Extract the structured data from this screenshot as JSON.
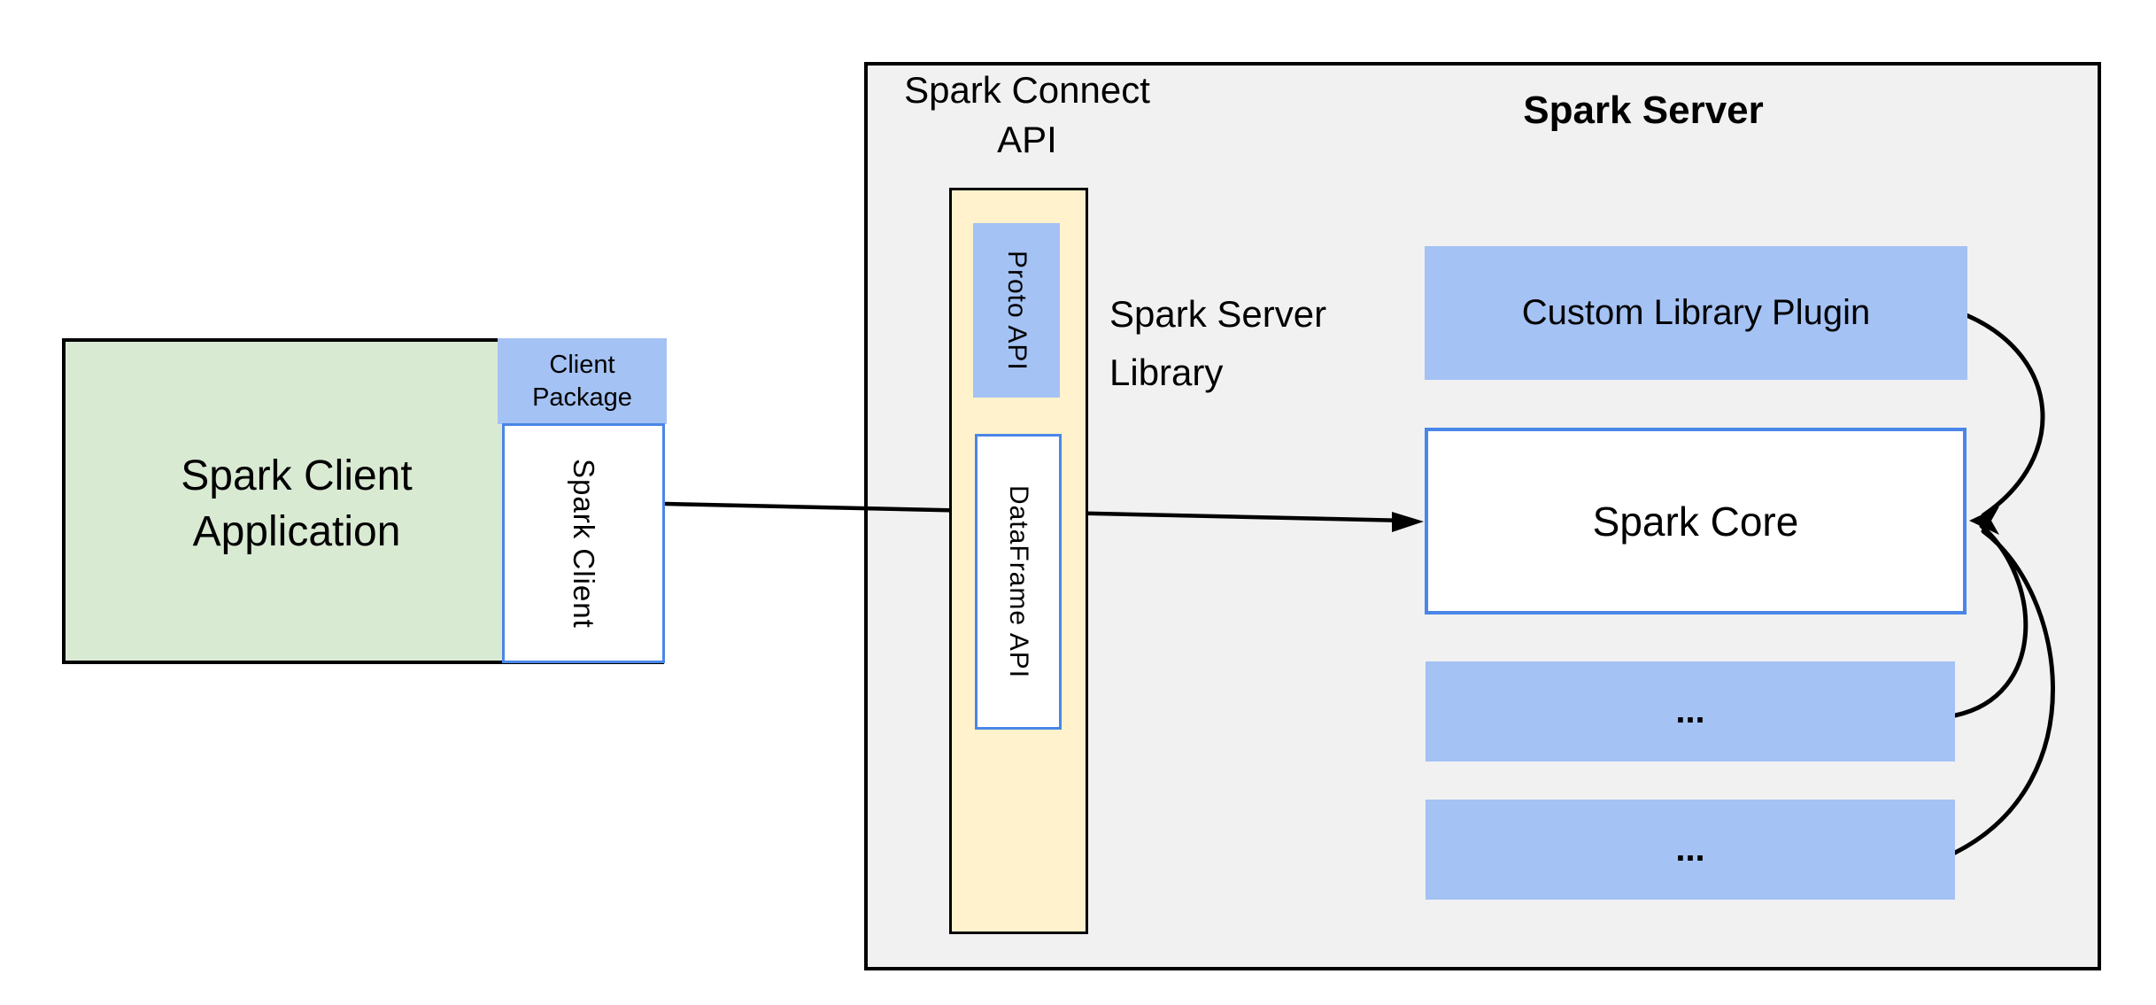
{
  "diagram": {
    "titles": {
      "spark_connect_api": {
        "line1": "Spark Connect",
        "line2": "API"
      },
      "spark_server": "Spark Server",
      "spark_server_library": {
        "line1": "Spark Server",
        "line2": "Library"
      }
    },
    "client": {
      "application": {
        "line1": "Spark Client",
        "line2": "Application"
      },
      "package": {
        "line1": "Client",
        "line2": "Package"
      },
      "spark_client": "Spark Client"
    },
    "connect_api": {
      "proto_api": "Proto API",
      "dataframe_api": "DataFrame API"
    },
    "server": {
      "custom_library_plugin": "Custom Library Plugin",
      "spark_core": "Spark Core",
      "extension_placeholder_1": "...",
      "extension_placeholder_2": "..."
    }
  },
  "colors": {
    "server_box_fill": "#f1f1f1",
    "client_app_fill": "#d9ead3",
    "accent_blue_fill": "#a4c2f4",
    "api_box_fill": "#fff2cc",
    "blue_border": "#4a86e8",
    "arrow_color": "#000000"
  }
}
